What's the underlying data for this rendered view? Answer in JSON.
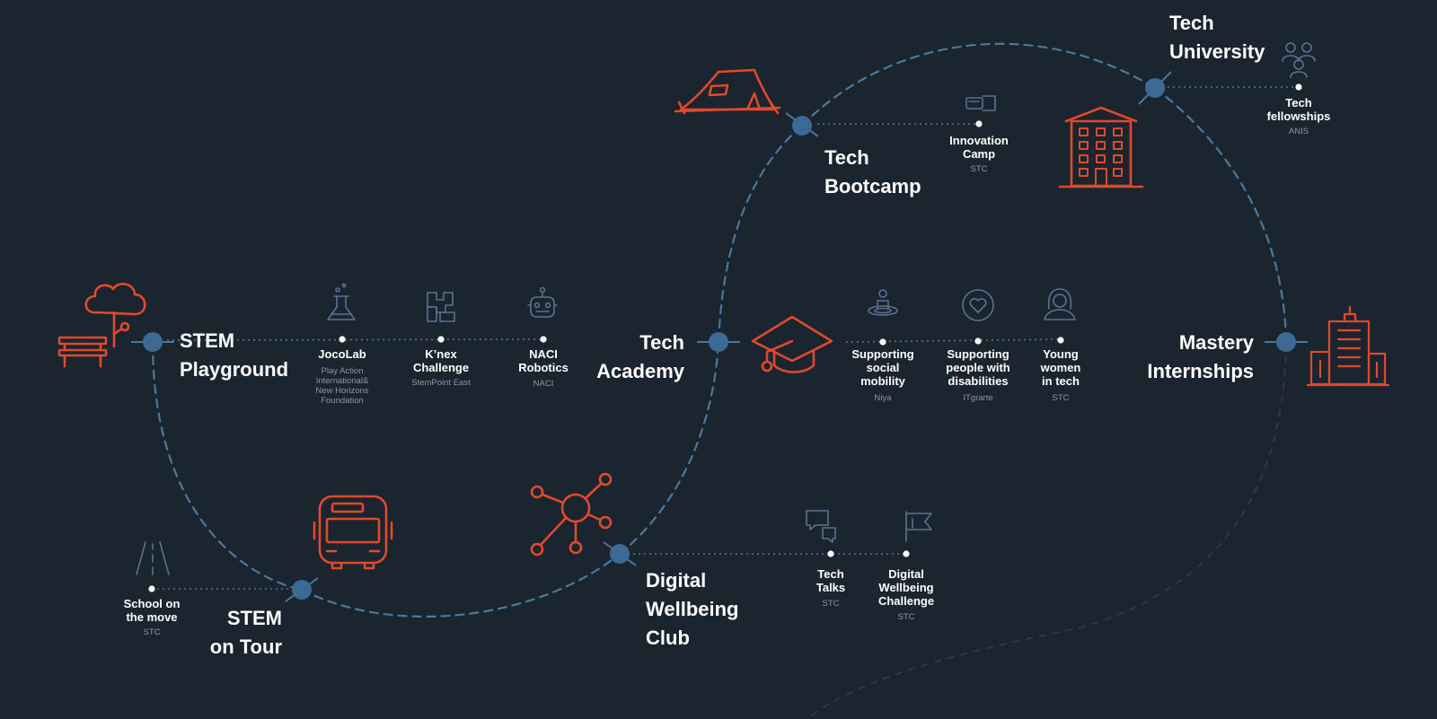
{
  "colors": {
    "background": "#1b2530",
    "accent": "#e0492b",
    "hub": "#3c6a94",
    "path": "#4c78a0",
    "muted_icon": "#5a7290",
    "text": "#ffffff",
    "subtext": "#8a97a5"
  },
  "hubs": {
    "stem_playground": "STEM\nPlayground",
    "stem_on_tour": "STEM\non Tour",
    "tech_academy": "Tech\nAcademy",
    "digital_wellbeing_club": "Digital\nWellbeing\nClub",
    "tech_bootcamp": "Tech\nBootcamp",
    "tech_university": "Tech\nUniversity",
    "mastery_internships": "Mastery\nInternships"
  },
  "nodes": {
    "jocolab": {
      "title": "JocoLab",
      "sub": "Play Action\nInternational&\nNew Horizons\nFoundation",
      "icon": "flask-icon"
    },
    "knex": {
      "title": "K’nex\nChallenge",
      "sub": "StemPoint East",
      "icon": "blocks-icon"
    },
    "naci": {
      "title": "NACI\nRobotics",
      "sub": "NACI",
      "icon": "robot-icon"
    },
    "school_on_move": {
      "title": "School on\nthe move",
      "sub": "STC",
      "icon": "road-icon"
    },
    "innovation_camp": {
      "title": "Innovation\nCamp",
      "sub": "STC",
      "icon": "flashlight-icon"
    },
    "fellowships": {
      "title": "Tech\nfellowships",
      "sub": "ANIS",
      "icon": "people-icon"
    },
    "social_mobility": {
      "title": "Supporting\nsocial\nmobility",
      "sub": "Niya",
      "icon": "person-target-icon"
    },
    "disabilities": {
      "title": "Supporting\npeople with\ndisabilities",
      "sub": "ITgrarte",
      "icon": "heart-circle-icon"
    },
    "young_women": {
      "title": "Young\nwomen\nin tech",
      "sub": "STC",
      "icon": "woman-icon"
    },
    "tech_talks": {
      "title": "Tech\nTalks",
      "sub": "STC",
      "icon": "chat-bubbles-icon"
    },
    "wellbeing_challenge": {
      "title": "Digital\nWellbeing\nChallenge",
      "sub": "STC",
      "icon": "flag-icon"
    }
  },
  "hub_icons": [
    "tree-bench-icon",
    "bus-icon",
    "graduation-cap-icon",
    "network-icon",
    "tent-icon",
    "building-icon",
    "skyscrapers-icon"
  ]
}
